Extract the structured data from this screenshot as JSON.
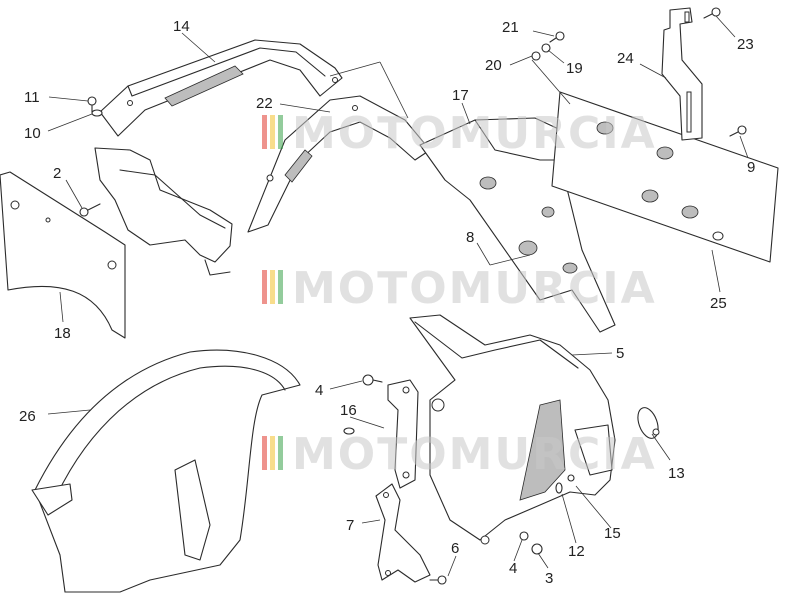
{
  "watermark": {
    "text": "MOTOMURCIA",
    "stripe_colors": [
      "#e03a2f",
      "#f2c12e",
      "#3aa34a"
    ]
  },
  "callouts": [
    {
      "id": "c2",
      "label": "2"
    },
    {
      "id": "c3",
      "label": "3"
    },
    {
      "id": "c4a",
      "label": "4"
    },
    {
      "id": "c4b",
      "label": "4"
    },
    {
      "id": "c5",
      "label": "5"
    },
    {
      "id": "c6",
      "label": "6"
    },
    {
      "id": "c7",
      "label": "7"
    },
    {
      "id": "c8",
      "label": "8"
    },
    {
      "id": "c9",
      "label": "9"
    },
    {
      "id": "c10",
      "label": "10"
    },
    {
      "id": "c11",
      "label": "11"
    },
    {
      "id": "c12",
      "label": "12"
    },
    {
      "id": "c13",
      "label": "13"
    },
    {
      "id": "c14",
      "label": "14"
    },
    {
      "id": "c15",
      "label": "15"
    },
    {
      "id": "c16",
      "label": "16"
    },
    {
      "id": "c17",
      "label": "17"
    },
    {
      "id": "c18",
      "label": "18"
    },
    {
      "id": "c19",
      "label": "19"
    },
    {
      "id": "c20",
      "label": "20"
    },
    {
      "id": "c21",
      "label": "21"
    },
    {
      "id": "c22",
      "label": "22"
    },
    {
      "id": "c23",
      "label": "23"
    },
    {
      "id": "c24",
      "label": "24"
    },
    {
      "id": "c25",
      "label": "25"
    },
    {
      "id": "c26",
      "label": "26"
    }
  ]
}
